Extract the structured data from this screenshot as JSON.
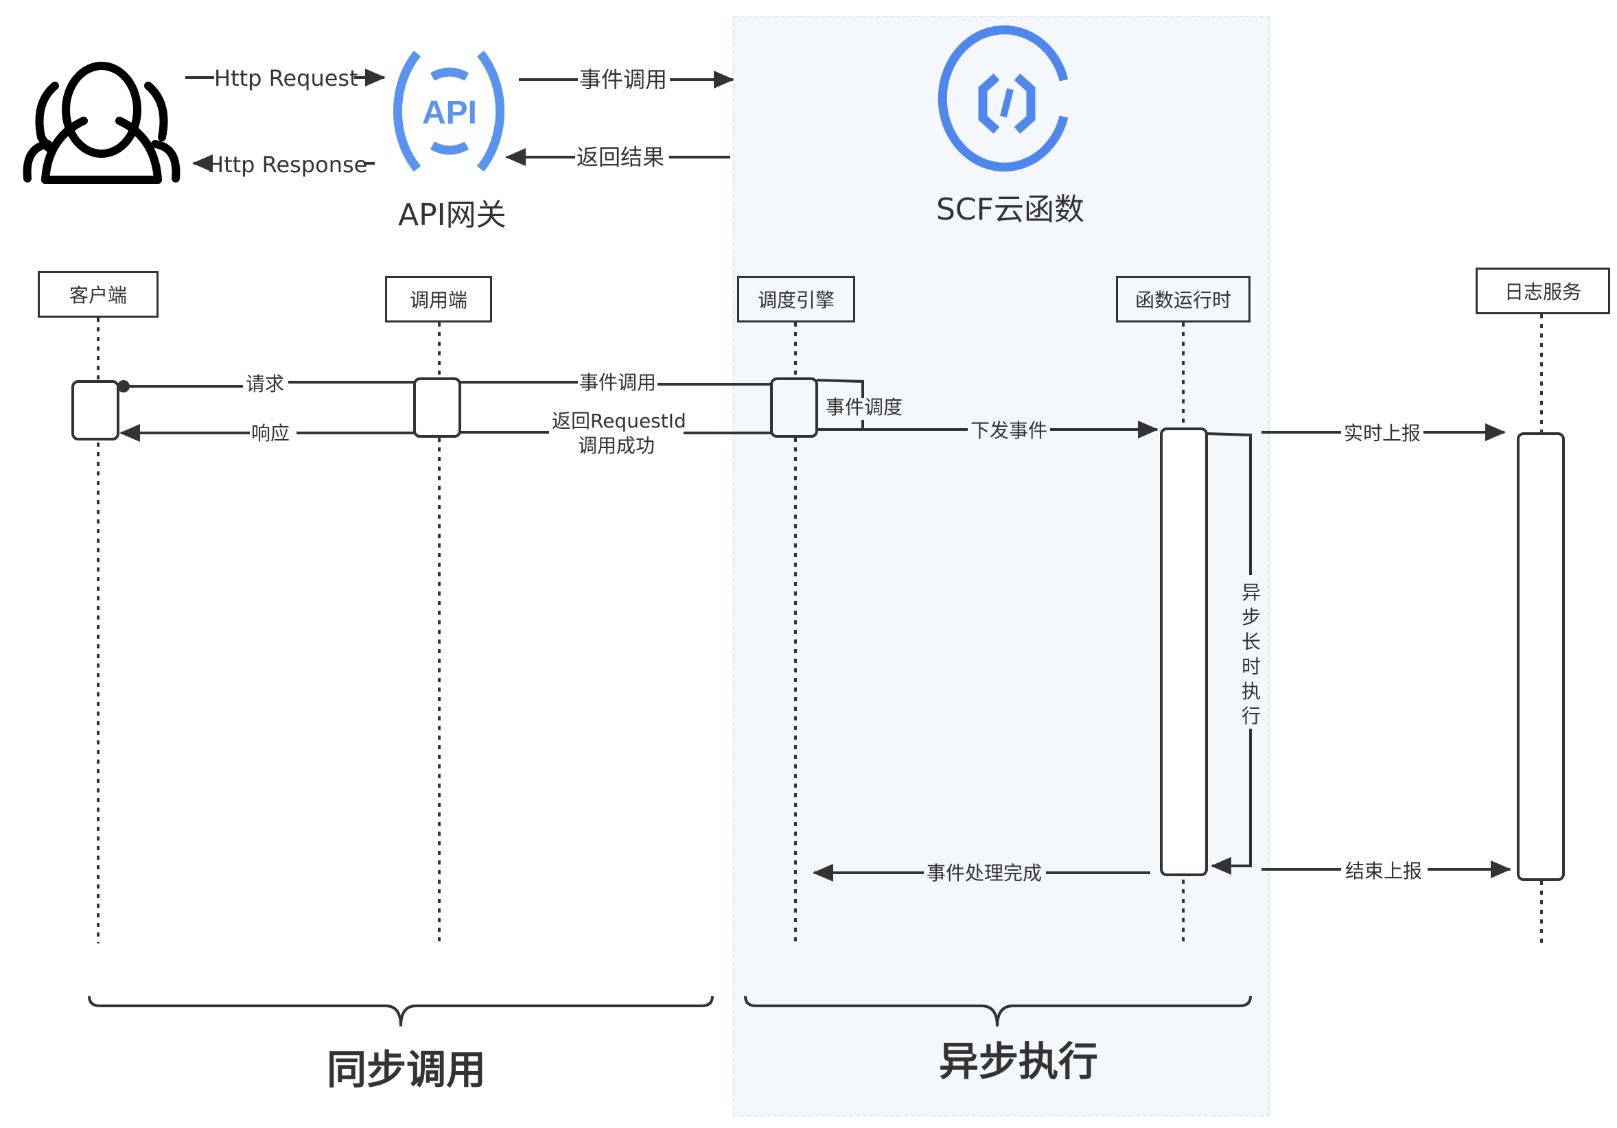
{
  "top": {
    "user_icon": "users-icon",
    "http_request": "Http Request",
    "http_response": "Http Response",
    "api_gateway_icon": "api-gateway-icon",
    "api_gateway_label": "API网关",
    "event_invoke": "事件调用",
    "return_result": "返回结果",
    "scf_icon": "scf-cloud-function-icon",
    "scf_label": "SCF云函数"
  },
  "lifelines": [
    {
      "label": "客户端"
    },
    {
      "label": "调用端"
    },
    {
      "label": "调度引擎"
    },
    {
      "label": "函数运行时"
    },
    {
      "label": "日志服务"
    }
  ],
  "messages": {
    "request": "请求",
    "response": "响应",
    "event_invoke": "事件调用",
    "return_request_id_line1": "返回RequestId",
    "return_request_id_line2": "调用成功",
    "event_schedule": "事件调度",
    "dispatch_event": "下发事件",
    "realtime_report": "实时上报",
    "async_long_exec": "异步长时执行",
    "event_done": "事件处理完成",
    "end_report": "结束上报"
  },
  "groups": {
    "sync": "同步调用",
    "async": "异步执行"
  },
  "colors": {
    "accent_blue": "#4f87ec",
    "panel_bg": "#f4f7fc",
    "line": "#333333"
  }
}
